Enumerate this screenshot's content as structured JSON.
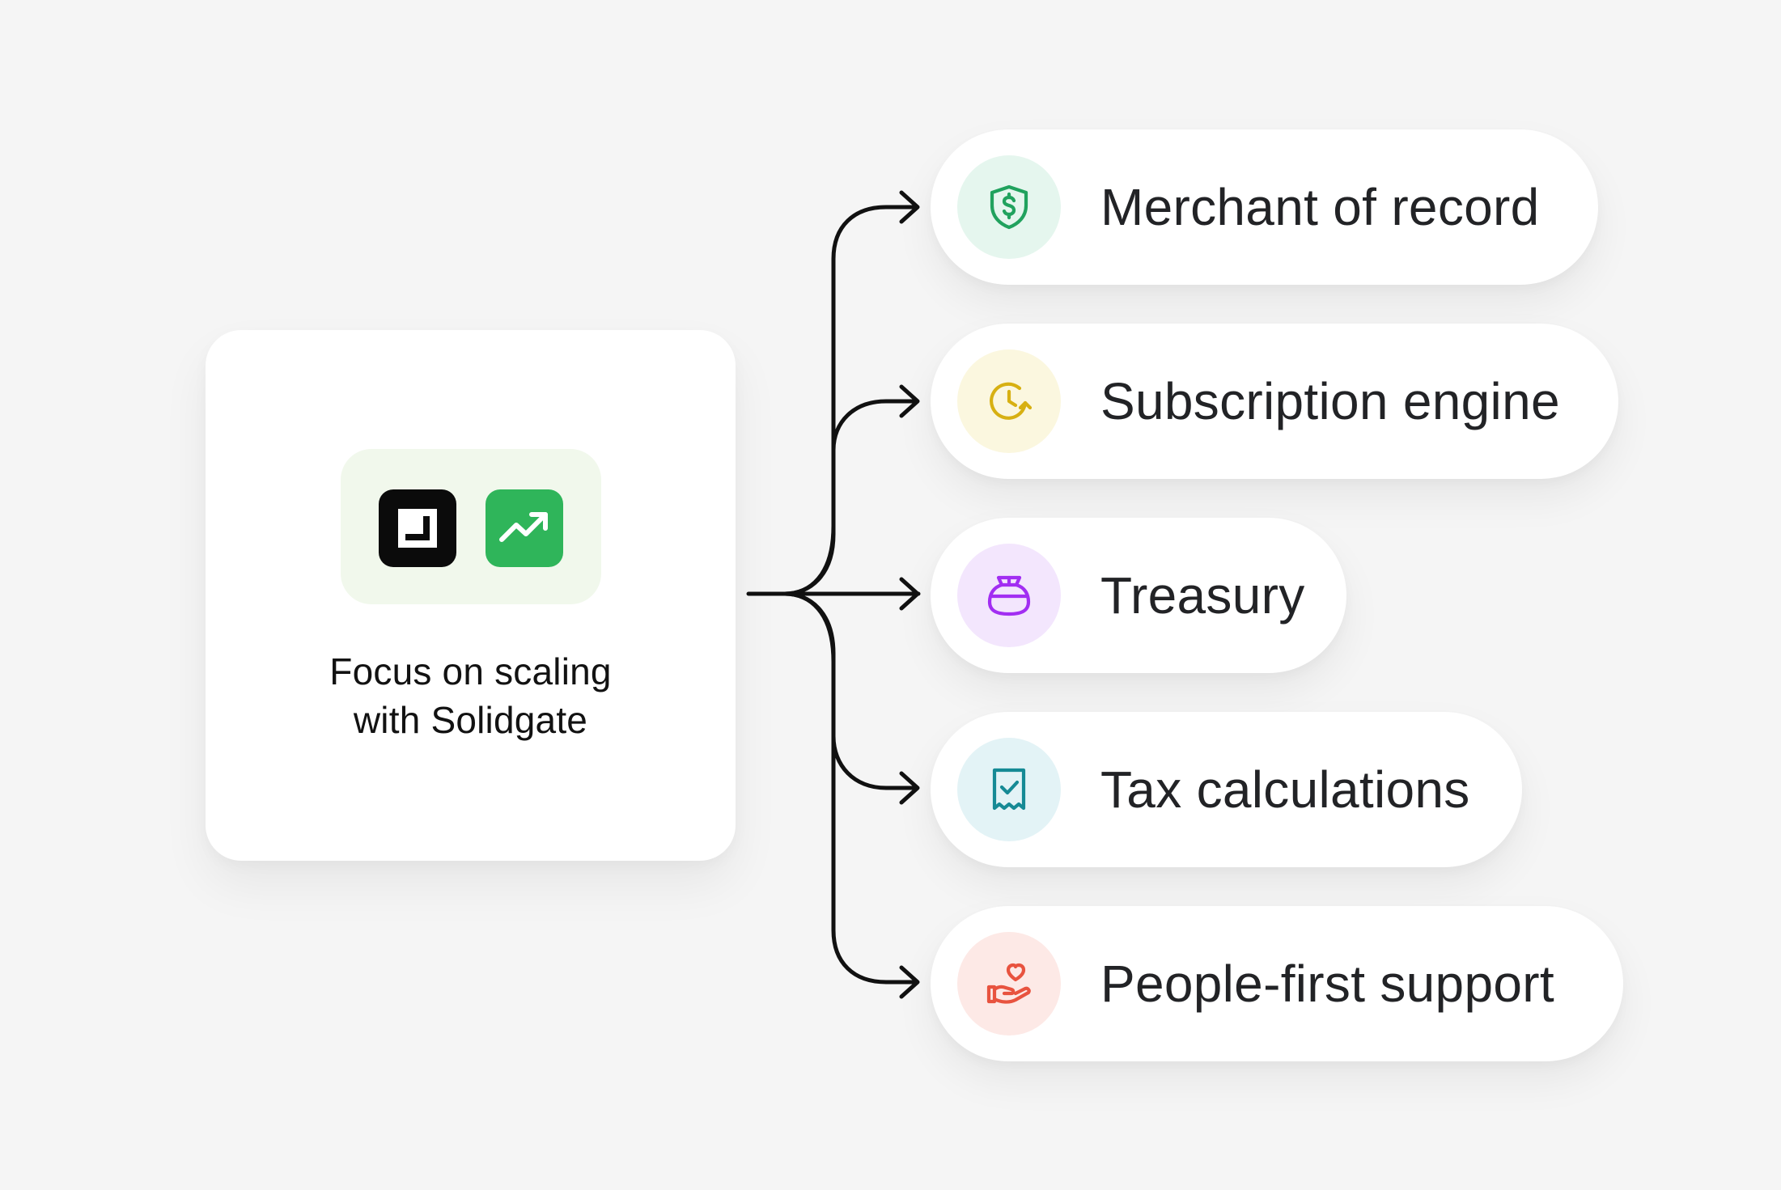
{
  "source": {
    "label_line1": "Focus on scaling",
    "label_line2": "with Solidgate",
    "icons": [
      {
        "name": "solidgate-logo",
        "color": "#0b0b0b"
      },
      {
        "name": "growth-trend-icon",
        "color": "#2fb55a"
      }
    ],
    "tile_color": "#f1f8ec"
  },
  "features": [
    {
      "label": "Merchant of record",
      "icon": "shield-dollar-icon",
      "accent": "#21a25e",
      "bubble": "#e5f6ee"
    },
    {
      "label": "Subscription engine",
      "icon": "clock-refresh-icon",
      "accent": "#d7b012",
      "bubble": "#fbf7df"
    },
    {
      "label": "Treasury",
      "icon": "money-bag-icon",
      "accent": "#a22ef2",
      "bubble": "#f3e6fd"
    },
    {
      "label": "Tax calculations",
      "icon": "receipt-check-icon",
      "accent": "#168a95",
      "bubble": "#e3f3f6"
    },
    {
      "label": "People-first support",
      "icon": "hand-heart-icon",
      "accent": "#e8533f",
      "bubble": "#fde9e6"
    }
  ],
  "connector_color": "#111111"
}
